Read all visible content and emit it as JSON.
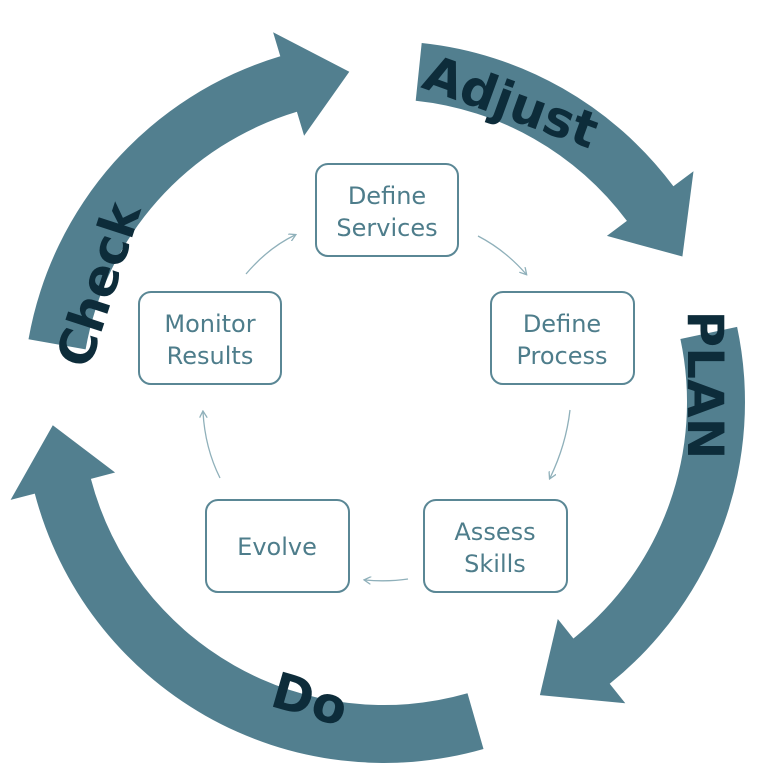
{
  "colors": {
    "ring": "#527f8f",
    "ring_text": "#0d2c3a",
    "box_border": "#5a8795",
    "box_text": "#4e7d8b",
    "connector": "#8fb0ba"
  },
  "outer_cycle": {
    "adjust": "Adjust",
    "plan": "PLAN",
    "do": "Do",
    "check": "Check"
  },
  "steps": {
    "define_services": {
      "line1": "Define",
      "line2": "Services"
    },
    "define_process": {
      "line1": "Define",
      "line2": "Process"
    },
    "assess_skills": {
      "line1": "Assess",
      "line2": "Skills"
    },
    "evolve": {
      "line1": "Evolve"
    },
    "monitor_results": {
      "line1": "Monitor",
      "line2": "Results"
    }
  }
}
